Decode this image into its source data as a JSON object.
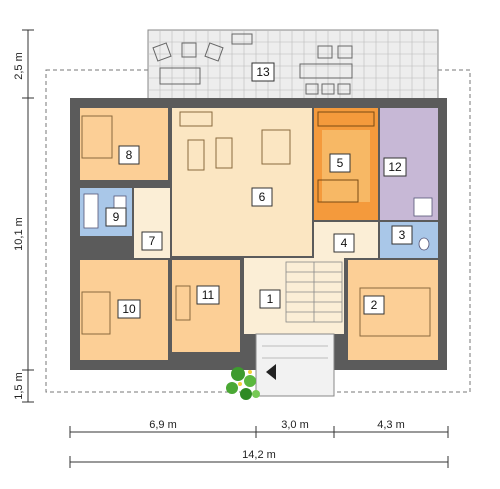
{
  "rooms": [
    {
      "id": "room-1",
      "number": "1"
    },
    {
      "id": "room-2",
      "number": "2"
    },
    {
      "id": "room-3",
      "number": "3"
    },
    {
      "id": "room-4",
      "number": "4"
    },
    {
      "id": "room-5",
      "number": "5"
    },
    {
      "id": "room-6",
      "number": "6"
    },
    {
      "id": "room-7",
      "number": "7"
    },
    {
      "id": "room-8",
      "number": "8"
    },
    {
      "id": "room-9",
      "number": "9"
    },
    {
      "id": "room-10",
      "number": "10"
    },
    {
      "id": "room-11",
      "number": "11"
    },
    {
      "id": "room-12",
      "number": "12"
    },
    {
      "id": "room-13",
      "number": "13"
    }
  ],
  "dimensions": {
    "left_top": "2,5 m",
    "left_middle": "10,1 m",
    "left_bottom": "1,5 m",
    "bottom_a": "6,9 m",
    "bottom_b": "3,0 m",
    "bottom_c": "4,3 m",
    "total": "14,2 m"
  },
  "colors": {
    "wall": "#5b5b5b",
    "living": "#fbe6c2",
    "bedroom": "#fccf96",
    "kitchen": "#f49a3c",
    "bath": "#a9c7e8",
    "utility": "#c7b8d6",
    "terrace": "#ececec",
    "hall": "#fbeed6"
  }
}
